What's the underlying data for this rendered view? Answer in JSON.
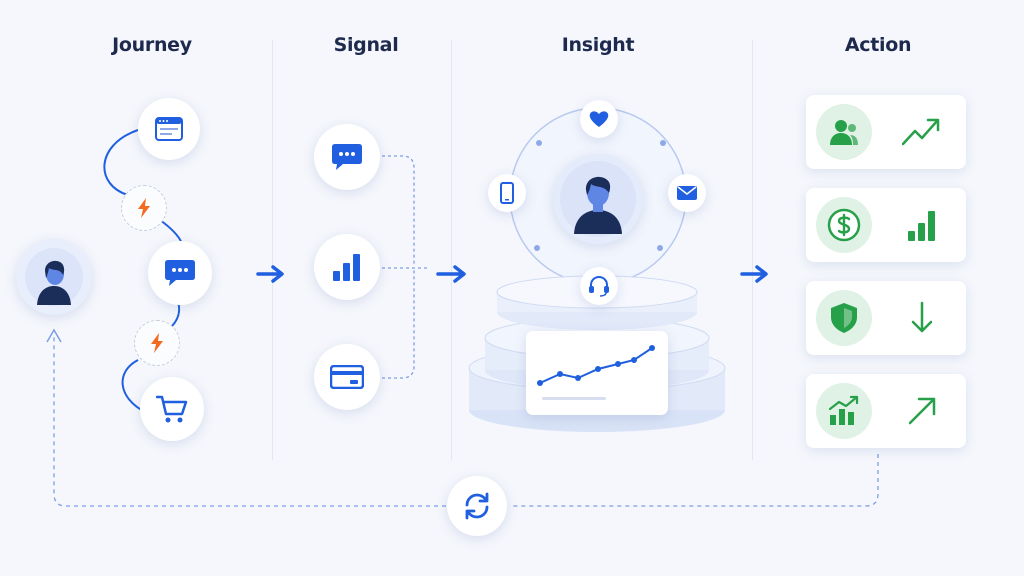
{
  "stages": [
    {
      "key": "journey",
      "label": "Journey"
    },
    {
      "key": "signal",
      "label": "Signal"
    },
    {
      "key": "insight",
      "label": "Insight"
    },
    {
      "key": "action",
      "label": "Action"
    }
  ],
  "icons": {
    "customer": "person-avatar-icon",
    "journey_steps": [
      "browser-window-icon",
      "lightning-bolt-icon",
      "chat-bubble-icon",
      "lightning-bolt-icon",
      "shopping-cart-icon"
    ],
    "signals": [
      "chat-bubble-icon",
      "bar-chart-icon",
      "credit-card-icon"
    ],
    "insight_orbit": [
      "heart-icon",
      "mobile-phone-icon",
      "mail-icon",
      "headset-icon"
    ],
    "actions": [
      {
        "badge": "user-group-icon",
        "trend": "trend-up-zigzag-icon"
      },
      {
        "badge": "dollar-coin-icon",
        "trend": "bar-chart-icon"
      },
      {
        "badge": "shield-icon",
        "trend": "arrow-down-icon"
      },
      {
        "badge": "growth-chart-icon",
        "trend": "arrow-up-right-icon"
      }
    ],
    "loop": "refresh-cycle-icon"
  },
  "colors": {
    "primary_blue": "#1f5fe0",
    "accent_orange": "#f36b21",
    "action_green": "#27a04a",
    "title_navy": "#1d2a4d"
  }
}
